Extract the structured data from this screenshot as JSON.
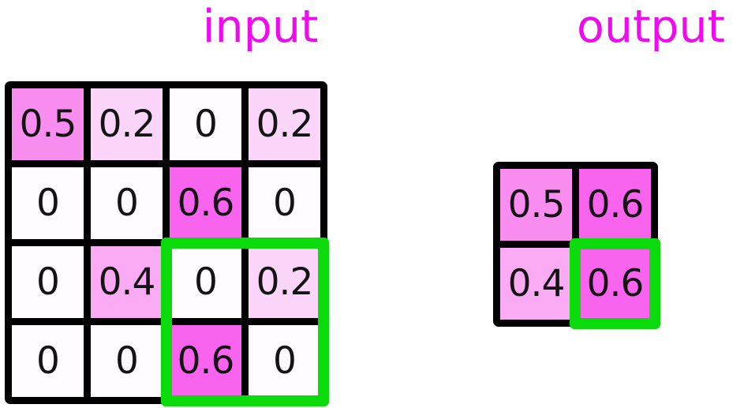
{
  "figure": {
    "colors": {
      "title_text": "#ee0cee",
      "grid_line": "#000000",
      "highlight_green": "#0bda0b",
      "value_text": "#141414",
      "value_palette": {
        "0": "#fffcff",
        "0.2": "#fcd6fa",
        "0.4": "#fbaaf4",
        "0.5": "#fa8df0",
        "0.6": "#f964ee"
      }
    },
    "input": {
      "title": "input",
      "rows": [
        [
          "0.5",
          "0.2",
          "0",
          "0.2"
        ],
        [
          "0",
          "0",
          "0.6",
          "0"
        ],
        [
          "0",
          "0.4",
          "0",
          "0.2"
        ],
        [
          "0",
          "0",
          "0.6",
          "0"
        ]
      ],
      "cell_colors": [
        [
          "#fa8df0",
          "#fcd6fa",
          "#fffcff",
          "#fcd6fa"
        ],
        [
          "#fffcff",
          "#fffcff",
          "#f964ee",
          "#fffcff"
        ],
        [
          "#fffcff",
          "#fbaaf4",
          "#fffcff",
          "#fcd6fa"
        ],
        [
          "#fffcff",
          "#fffcff",
          "#f964ee",
          "#fffcff"
        ]
      ]
    },
    "output": {
      "title": "output",
      "rows": [
        [
          "0.5",
          "0.6"
        ],
        [
          "0.4",
          "0.6"
        ]
      ],
      "cell_colors": [
        [
          "#fa8df0",
          "#f964ee"
        ],
        [
          "#fbaaf4",
          "#f964ee"
        ]
      ]
    }
  }
}
